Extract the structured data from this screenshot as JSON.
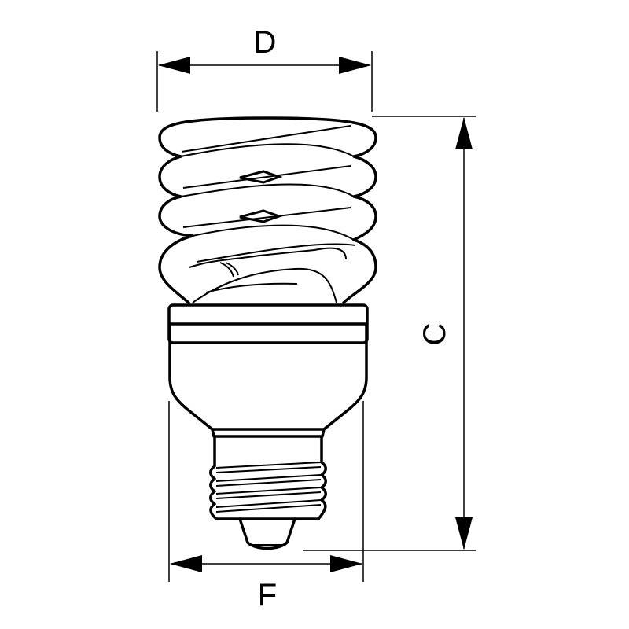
{
  "dimensions": {
    "diameter_label": "D",
    "height_label": "C",
    "base_label": "F"
  }
}
